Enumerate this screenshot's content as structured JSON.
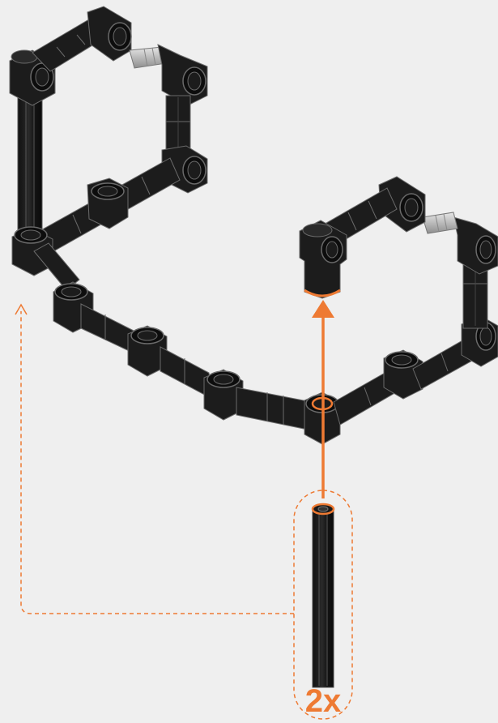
{
  "instruction": {
    "quantity_label": "2x"
  },
  "colors": {
    "background": "#efefef",
    "part_fill": "#1c1c1c",
    "part_dark": "#0d0d0d",
    "part_edge": "#6a6a6a",
    "highlight": "#ee7a33",
    "metal": "#b8b8b8"
  },
  "parts": {
    "frame": "black-tube-frame-assembly",
    "rod": "black-vertical-rod",
    "pin": "metal-pin"
  },
  "icons": {
    "insert_arrow": "arrow-up-icon",
    "placement_guide": "dashed-arrow-icon"
  }
}
